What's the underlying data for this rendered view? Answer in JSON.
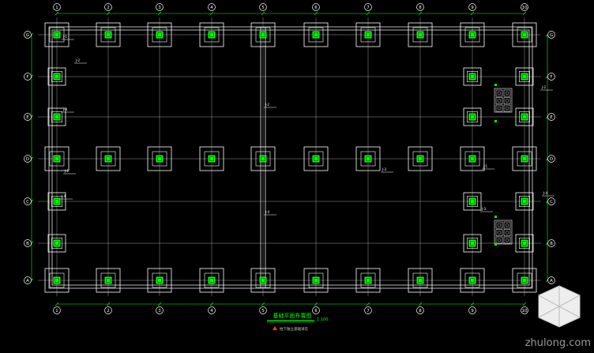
{
  "drawing": {
    "title": "基础平面布置图",
    "scale": "1:100",
    "note": "柱下独立基础详见",
    "watermark": "zhulong.com"
  },
  "grid": {
    "columns": [
      "1",
      "2",
      "3",
      "4",
      "5",
      "6",
      "7",
      "8",
      "9",
      "10"
    ],
    "rows": [
      "A",
      "B",
      "C",
      "D",
      "E",
      "F",
      "G"
    ]
  },
  "footing_tags": [
    "J-1",
    "J-2",
    "J-3",
    "J-4"
  ],
  "colors": {
    "background": "#000000",
    "grid_line": "#ffffff",
    "footing_outline": "#ffffff",
    "column": "#00ff00",
    "dimension": "#00ff00",
    "title_underline": "#00ff00",
    "marker": "#ff3333"
  }
}
